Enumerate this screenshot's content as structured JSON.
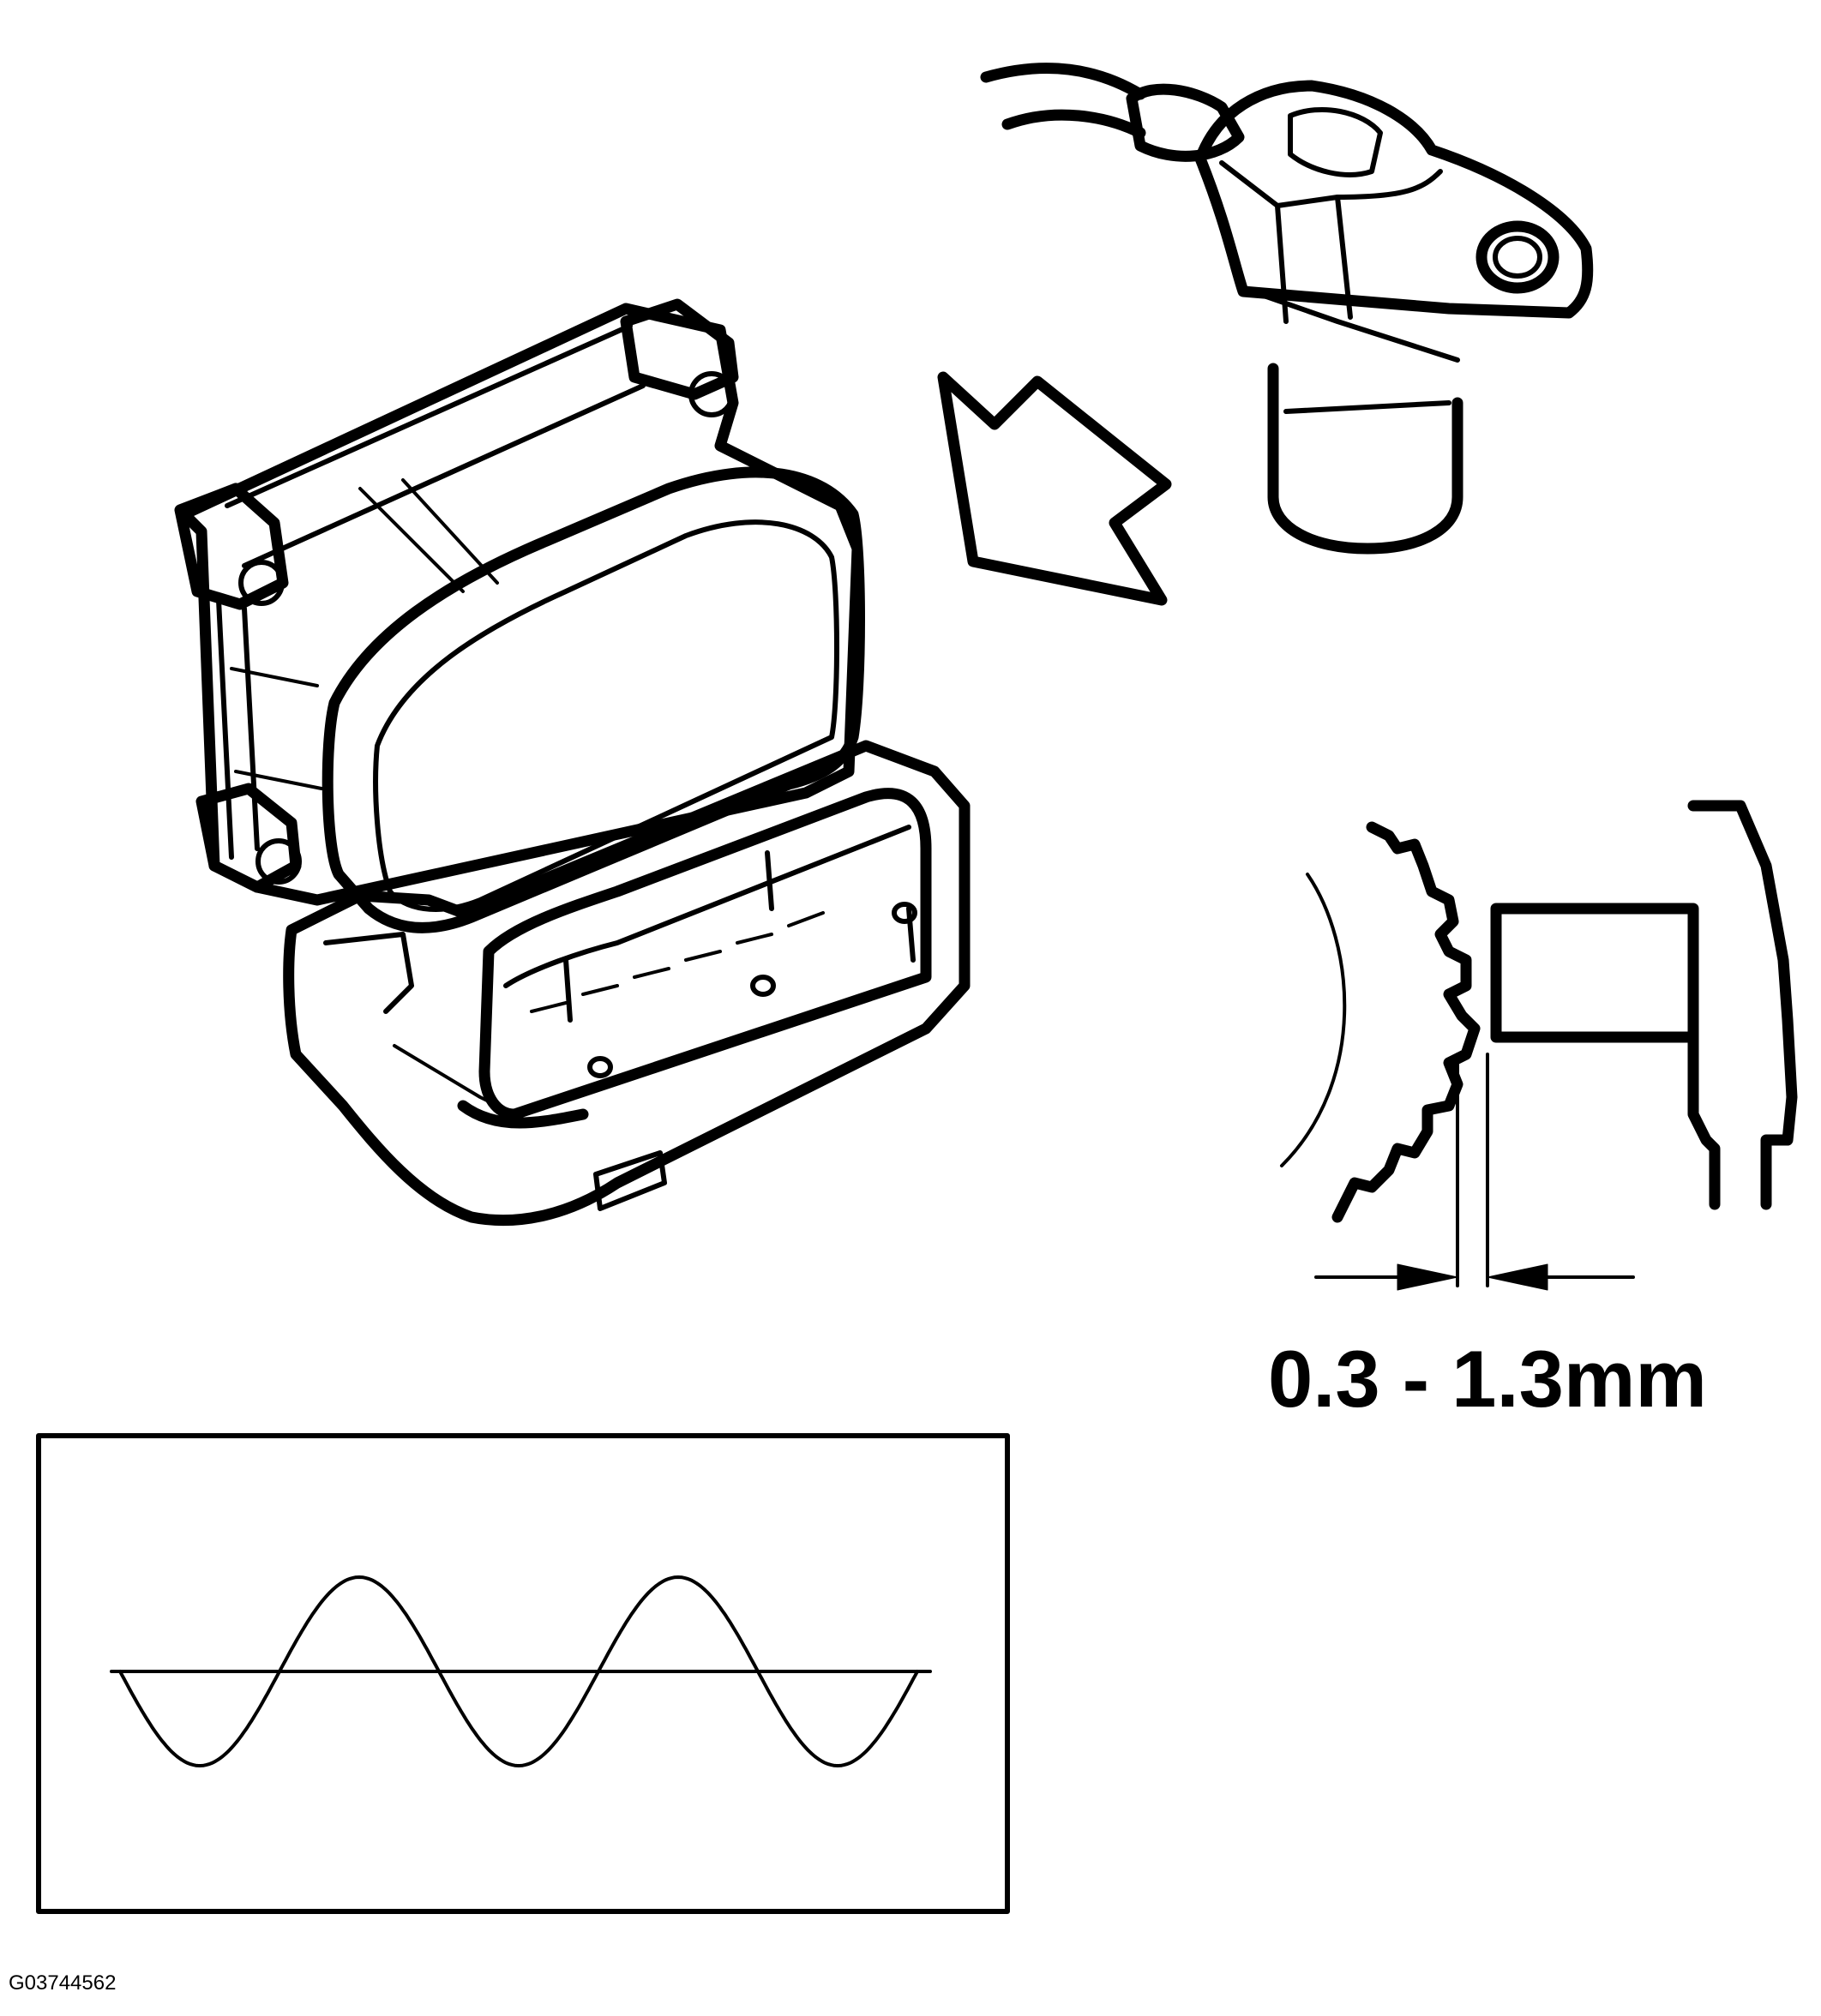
{
  "figure": {
    "gap_label": "0.3 - 1.3mm",
    "figure_id": "G03744562"
  },
  "colors": {
    "ink": "#000000",
    "background": "#ffffff"
  },
  "components": [
    "abs-control-module",
    "wheel-speed-sensor",
    "direction-arrow",
    "tone-ring-air-gap-detail",
    "sine-waveform-box"
  ]
}
